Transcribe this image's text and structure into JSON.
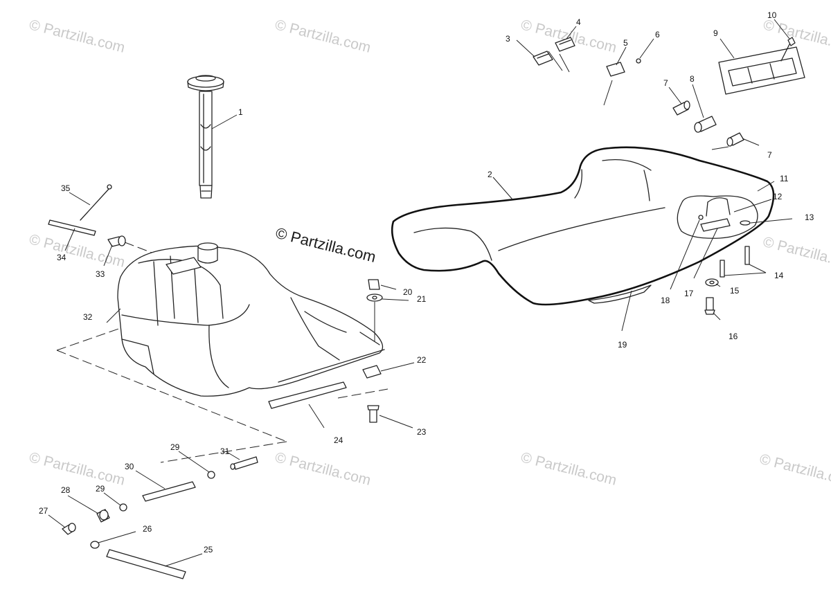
{
  "watermark_text": "Partzilla.com",
  "watermark_main": "Partzilla.com",
  "copyright_symbol": "©",
  "callouts": {
    "c1": "1",
    "c2": "2",
    "c3": "3",
    "c4": "4",
    "c5": "5",
    "c6": "6",
    "c7a": "7",
    "c7b": "7",
    "c8": "8",
    "c9": "9",
    "c10": "10",
    "c11": "11",
    "c12": "12",
    "c13": "13",
    "c14": "14",
    "c15": "15",
    "c16": "16",
    "c17": "17",
    "c18": "18",
    "c19": "19",
    "c20": "20",
    "c21": "21",
    "c22": "22",
    "c23": "23",
    "c24": "24",
    "c25": "25",
    "c26": "26",
    "c27": "27",
    "c28": "28",
    "c29a": "29",
    "c29b": "29",
    "c30": "30",
    "c31": "31",
    "c32": "32",
    "c33": "33",
    "c34": "34",
    "c35": "35"
  },
  "colors": {
    "line": "#222222",
    "watermark": "#c9c9c9",
    "background": "#ffffff"
  }
}
